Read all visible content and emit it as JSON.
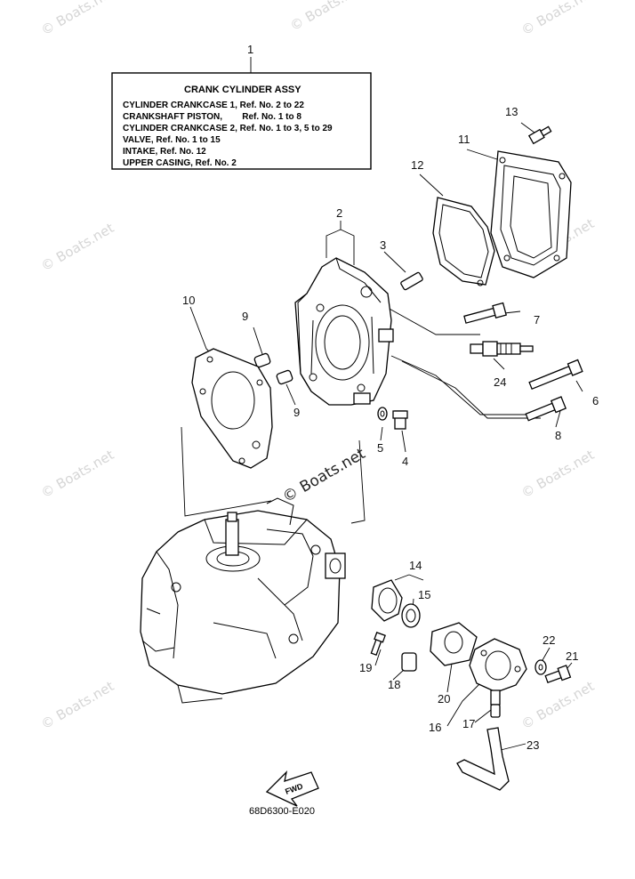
{
  "assembly_box": {
    "title": "CRANK CYLINDER ASSY",
    "lines": [
      "CYLINDER CRANKCASE 1, Ref. No. 2 to 22",
      "CRANKSHAFT PISTON,        Ref. No. 1 to 8",
      "CYLINDER CRANKCASE 2, Ref. No. 1 to 3, 5 to 29",
      "VALVE,  Ref. No. 1 to 15",
      "INTAKE, Ref. No. 12",
      "UPPER CASING, Ref. No. 2"
    ]
  },
  "callouts": [
    "1",
    "2",
    "3",
    "4",
    "5",
    "6",
    "7",
    "8",
    "9",
    "9",
    "10",
    "11",
    "12",
    "13",
    "14",
    "15",
    "16",
    "17",
    "18",
    "19",
    "20",
    "21",
    "22",
    "23",
    "24"
  ],
  "watermark": "© Boats.net",
  "center_watermark": "© Boats.net",
  "fwd_label": "FWD",
  "diagram_code": "68D6300-E020"
}
